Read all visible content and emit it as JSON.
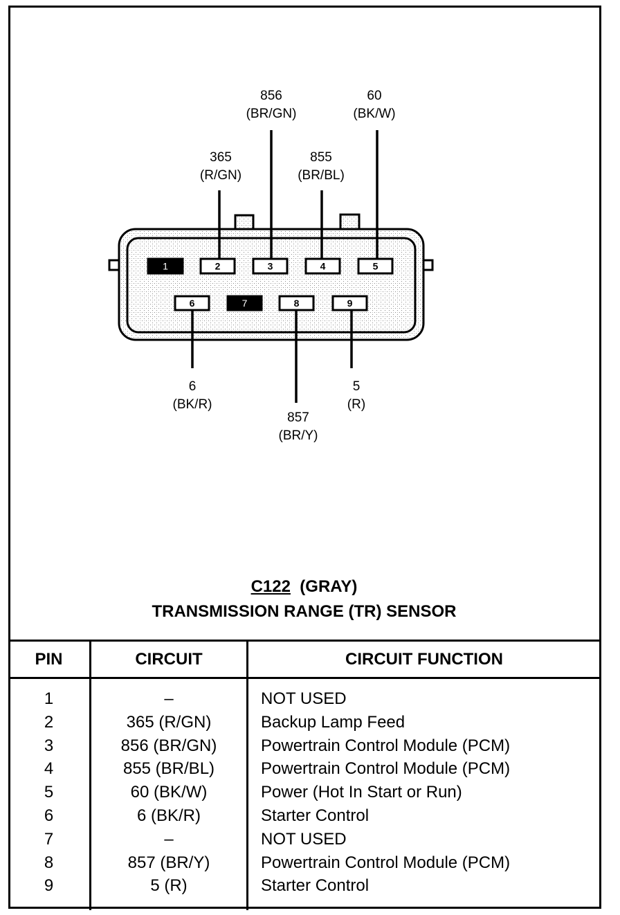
{
  "connector": {
    "id": "C122",
    "color_label": "(GRAY)",
    "name": "TRANSMISSION RANGE (TR) SENSOR",
    "pins": [
      {
        "num": "1",
        "used": false
      },
      {
        "num": "2",
        "used": true
      },
      {
        "num": "3",
        "used": true
      },
      {
        "num": "4",
        "used": true
      },
      {
        "num": "5",
        "used": true
      },
      {
        "num": "6",
        "used": true
      },
      {
        "num": "7",
        "used": false
      },
      {
        "num": "8",
        "used": true
      },
      {
        "num": "9",
        "used": true
      }
    ],
    "wire_labels": [
      {
        "pin": "2",
        "circuit": "365",
        "color": "(R/GN)"
      },
      {
        "pin": "3",
        "circuit": "856",
        "color": "(BR/GN)"
      },
      {
        "pin": "4",
        "circuit": "855",
        "color": "(BR/BL)"
      },
      {
        "pin": "5",
        "circuit": "60",
        "color": "(BK/W)"
      },
      {
        "pin": "6",
        "circuit": "6",
        "color": "(BK/R)"
      },
      {
        "pin": "8",
        "circuit": "857",
        "color": "(BR/Y)"
      },
      {
        "pin": "9",
        "circuit": "5",
        "color": "(R)"
      }
    ]
  },
  "table": {
    "headers": {
      "pin": "PIN",
      "circuit": "CIRCUIT",
      "function": "CIRCUIT FUNCTION"
    },
    "rows": [
      {
        "pin": "1",
        "circuit": "–",
        "function": "NOT USED"
      },
      {
        "pin": "2",
        "circuit": "365 (R/GN)",
        "function": "Backup Lamp Feed"
      },
      {
        "pin": "3",
        "circuit": "856 (BR/GN)",
        "function": "Powertrain Control Module (PCM)"
      },
      {
        "pin": "4",
        "circuit": "855 (BR/BL)",
        "function": "Powertrain Control Module (PCM)"
      },
      {
        "pin": "5",
        "circuit": "60 (BK/W)",
        "function": "Power (Hot In Start or Run)"
      },
      {
        "pin": "6",
        "circuit": "6 (BK/R)",
        "function": "Starter Control"
      },
      {
        "pin": "7",
        "circuit": "–",
        "function": "NOT USED"
      },
      {
        "pin": "8",
        "circuit": "857 (BR/Y)",
        "function": "Powertrain Control Module (PCM)"
      },
      {
        "pin": "9",
        "circuit": "5 (R)",
        "function": "Starter Control"
      }
    ]
  }
}
